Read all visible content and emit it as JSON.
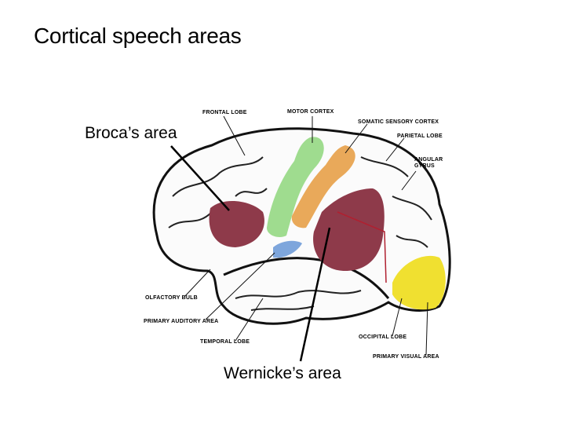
{
  "slide": {
    "title": "Cortical speech areas",
    "callouts": {
      "broca": "Broca’s area",
      "wernicke": "Wernicke’s area"
    }
  },
  "diagram": {
    "labels": {
      "frontal_lobe": "FRONTAL LOBE",
      "motor_cortex": "MOTOR CORTEX",
      "somatic_sensory_cortex": "SOMATIC SENSORY CORTEX",
      "parietal_lobe": "PARIETAL LOBE",
      "angular_gyrus_1": "ANGULAR",
      "angular_gyrus_2": "GYRUS",
      "olfactory_bulb": "OLFACTORY BULB",
      "primary_auditory_area": "PRIMARY AUDITORY AREA",
      "temporal_lobe": "TEMPORAL LOBE",
      "occipital_lobe": "OCCIPITAL LOBE",
      "primary_visual_area": "PRIMARY VISUAL AREA"
    },
    "colors": {
      "broca": "#8e3a4a",
      "wernicke": "#8e3a4a",
      "motor": "#9fdc8f",
      "sensory": "#e9a95a",
      "auditory": "#7ea6dc",
      "visual": "#f0e030"
    }
  }
}
